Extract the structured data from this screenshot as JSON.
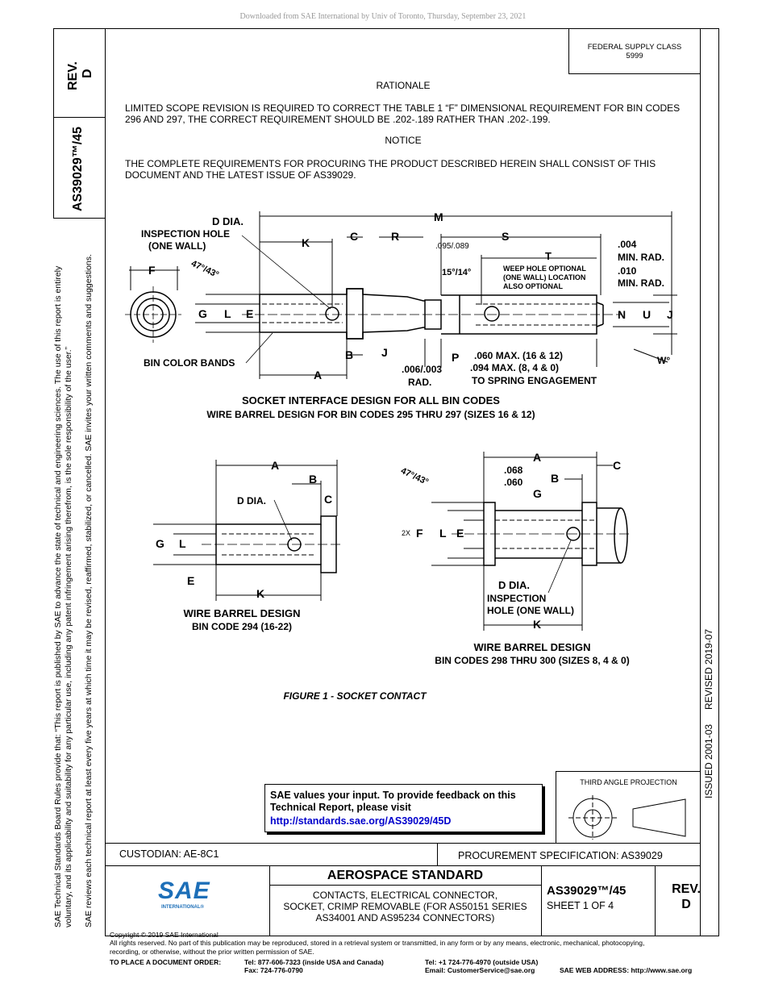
{
  "download_notice": "Downloaded from SAE International by Univ of Toronto, Thursday, September 23, 2021",
  "side_rules": {
    "line1": "SAE Technical Standards Board Rules provide that: “This report is published by SAE to advance the state of technical and engineering sciences. The use of this report is entirely",
    "line2": "voluntary, and its applicability and suitability for any particular use, including any patent infringement arising therefrom, is the sole responsibility of the user.”",
    "line3": "SAE reviews each technical report at least every five years at which time it may be revised, reaffirmed, stabilized, or cancelled. SAE invites your written comments and suggestions."
  },
  "left_block": {
    "rev_label": "REV.",
    "rev_value": "D",
    "doc_number": "AS39029™/45"
  },
  "right_block": {
    "issued": "ISSUED 2001-03",
    "revised": "REVISED 2019-07"
  },
  "federal": {
    "label": "FEDERAL SUPPLY CLASS",
    "value": "5999"
  },
  "rationale": {
    "heading": "RATIONALE",
    "text": "LIMITED SCOPE REVISION IS REQUIRED TO CORRECT THE TABLE 1 “F” DIMENSIONAL REQUIREMENT FOR BIN CODES 296 AND 297, THE CORRECT REQUIREMENT SHOULD BE .202-.189 RATHER THAN .202-.199."
  },
  "notice": {
    "heading": "NOTICE",
    "text": "THE COMPLETE REQUIREMENTS FOR PROCURING THE PRODUCT DESCRIBED HEREIN SHALL CONSIST OF THIS DOCUMENT AND THE LATEST ISSUE OF AS39029."
  },
  "figure_top": {
    "labels": {
      "d_dia": "D DIA.",
      "inspection1": "INSPECTION HOLE",
      "inspection2": "(ONE WALL)",
      "f": "F",
      "angle": "47°/43°",
      "k": "K",
      "c": "C",
      "r": "R",
      "m": "M",
      "s": "S",
      "gap": ".095/.089",
      "t": "T",
      "rad004": ".004",
      "minrad1": "MIN. RAD.",
      "rad010": ".010",
      "minrad2": "MIN. RAD.",
      "taper": "15°/14°",
      "weep1": "WEEP HOLE OPTIONAL",
      "weep2": "(ONE WALL) LOCATION",
      "weep3": "ALSO OPTIONAL",
      "g": "G",
      "l": "L",
      "e": "E",
      "n": "N",
      "u": "U",
      "j": "J",
      "b": "B",
      "j2": "J",
      "p": "P",
      "bin_bands": "BIN COLOR BANDS",
      "a": "A",
      "rad006": ".006/.003",
      "rad": "RAD.",
      "max1": ".060 MAX. (16 & 12)",
      "max2": ".094 MAX. (8, 4 & 0)",
      "spring": "TO SPRING ENGAGEMENT",
      "w": "W°"
    },
    "caption1": "SOCKET INTERFACE DESIGN FOR ALL BIN CODES",
    "caption2": "WIRE BARREL DESIGN FOR BIN CODES 295 THRU 297 (SIZES 16 & 12)"
  },
  "figure_left": {
    "labels": {
      "a": "A",
      "b": "B",
      "c": "C",
      "d_dia": "D DIA.",
      "g": "G",
      "l": "L",
      "e": "E",
      "k": "K"
    },
    "caption1": "WIRE BARREL DESIGN",
    "caption2": "BIN CODE 294 (16-22)"
  },
  "figure_right": {
    "labels": {
      "a": "A",
      "c": "C",
      "d068": ".068",
      "d060": ".060",
      "b": "B",
      "g": "G",
      "angle": "47°/43°",
      "twox": "2X",
      "f": "F",
      "l": "L",
      "e": "E",
      "d_dia": "D DIA.",
      "insp1": "INSPECTION",
      "insp2": "HOLE (ONE WALL)",
      "k": "K"
    },
    "caption1": "WIRE BARREL DESIGN",
    "caption2": "BIN CODES 298 THRU 300 (SIZES 8, 4 & 0)"
  },
  "figure_caption": "FIGURE 1 - SOCKET CONTACT",
  "feedback": {
    "text": "SAE values your input. To provide feedback on this Technical Report, please visit",
    "link": "http://standards.sae.org/AS39029/45D"
  },
  "third_angle": "THIRD ANGLE PROJECTION",
  "title_block": {
    "custodian": "CUSTODIAN: AE-8C1",
    "procurement": "PROCUREMENT SPECIFICATION: AS39029",
    "logo_text": "SAE",
    "logo_sub": "INTERNATIONAL®",
    "standard_type": "AEROSPACE STANDARD",
    "title1": "CONTACTS, ELECTRICAL CONNECTOR,",
    "title2": "SOCKET, CRIMP REMOVABLE (FOR AS50151 SERIES",
    "title3": "AS34001 AND AS95234 CONNECTORS)",
    "doc_number": "AS39029™/45",
    "sheet": "SHEET 1 OF 4",
    "rev_label": "REV.",
    "rev_value": "D"
  },
  "footer": {
    "copyright": "Copyright © 2019 SAE International",
    "rights1": "All rights reserved. No part of this publication may be reproduced, stored in a retrieval system or transmitted, in any form or by any means, electronic, mechanical, photocopying,",
    "rights2": "recording, or otherwise, without the prior written permission of SAE.",
    "order_label": "TO PLACE A DOCUMENT ORDER:",
    "tel_us": "Tel: 877-606-7323 (inside USA and Canada)",
    "fax": "Fax: 724-776-0790",
    "tel_out": "Tel: +1 724-776-4970 (outside USA)",
    "email": "Email: CustomerService@sae.org",
    "web": "SAE WEB ADDRESS: http://www.sae.org"
  }
}
